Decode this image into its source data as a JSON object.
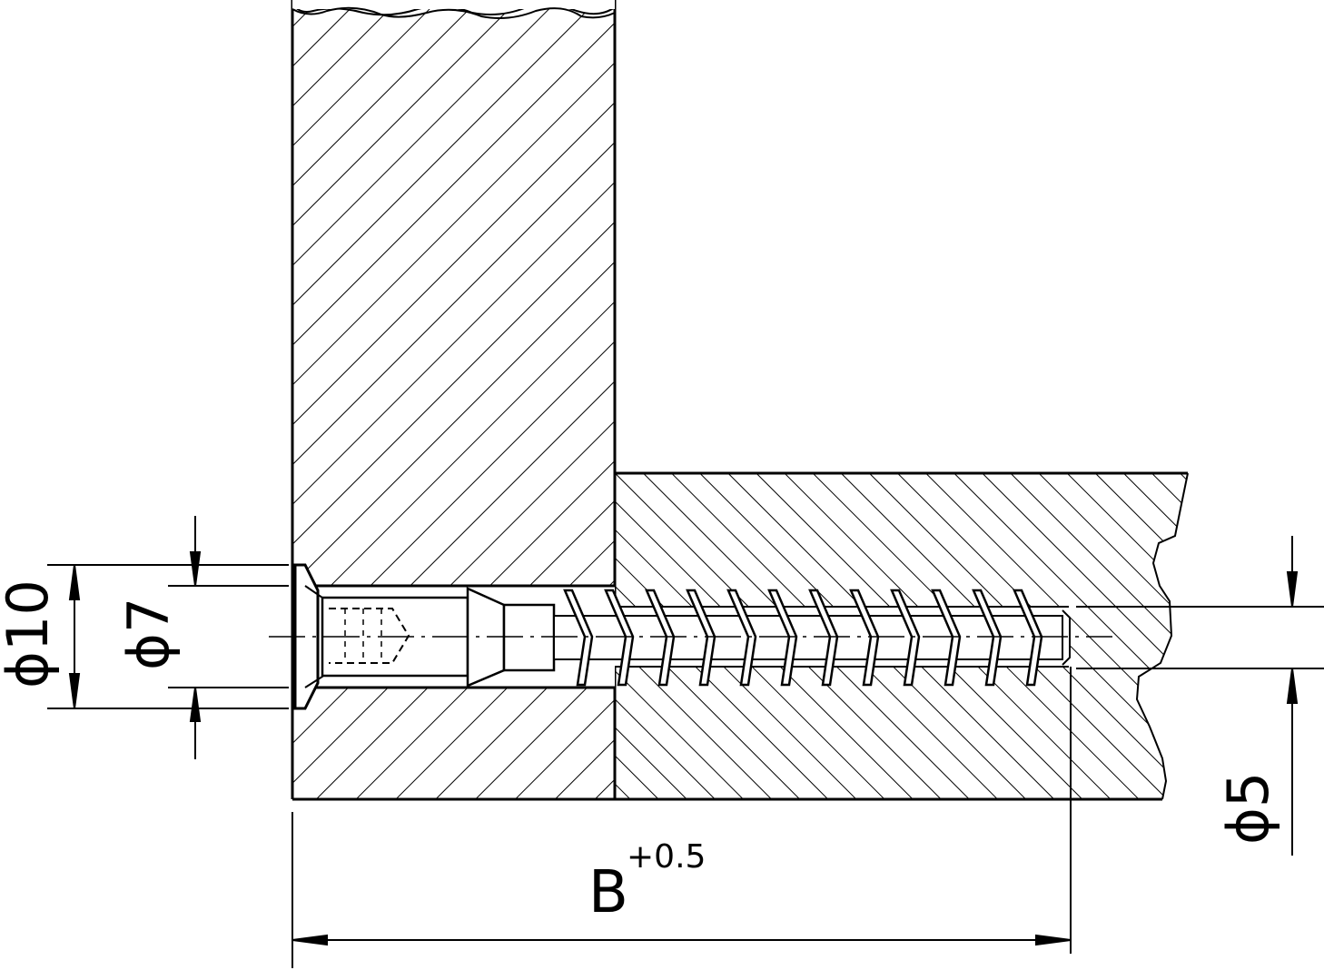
{
  "dimensions": {
    "d10": "ϕ10",
    "d7": "ϕ7",
    "d5": "ϕ5",
    "length_symbol": "B",
    "length_tolerance": "+0.5"
  },
  "colors": {
    "line": "#000000",
    "background": "#ffffff"
  }
}
